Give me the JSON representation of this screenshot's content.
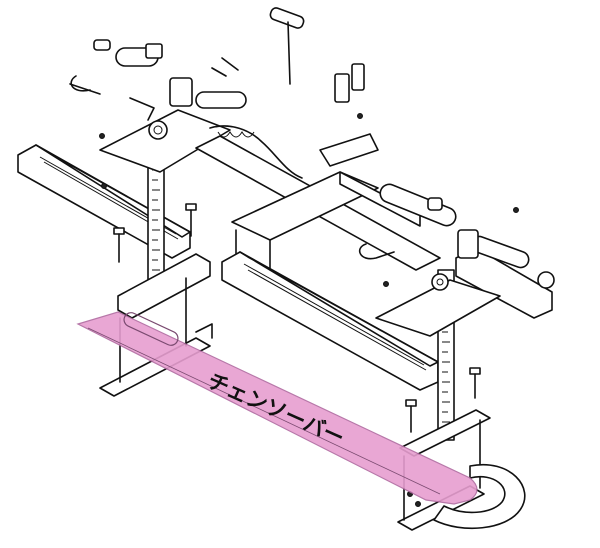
{
  "diagram": {
    "label_text": "チェンソーバー",
    "highlight_color": "#e79ed0",
    "line_color": "#111111",
    "background": "#ffffff",
    "parts": [
      "chainsaw-bar",
      "left-rail",
      "right-rail",
      "left-height-scale",
      "right-height-scale",
      "tie-bar",
      "t-handle-wrench",
      "bolts",
      "clamps"
    ]
  }
}
